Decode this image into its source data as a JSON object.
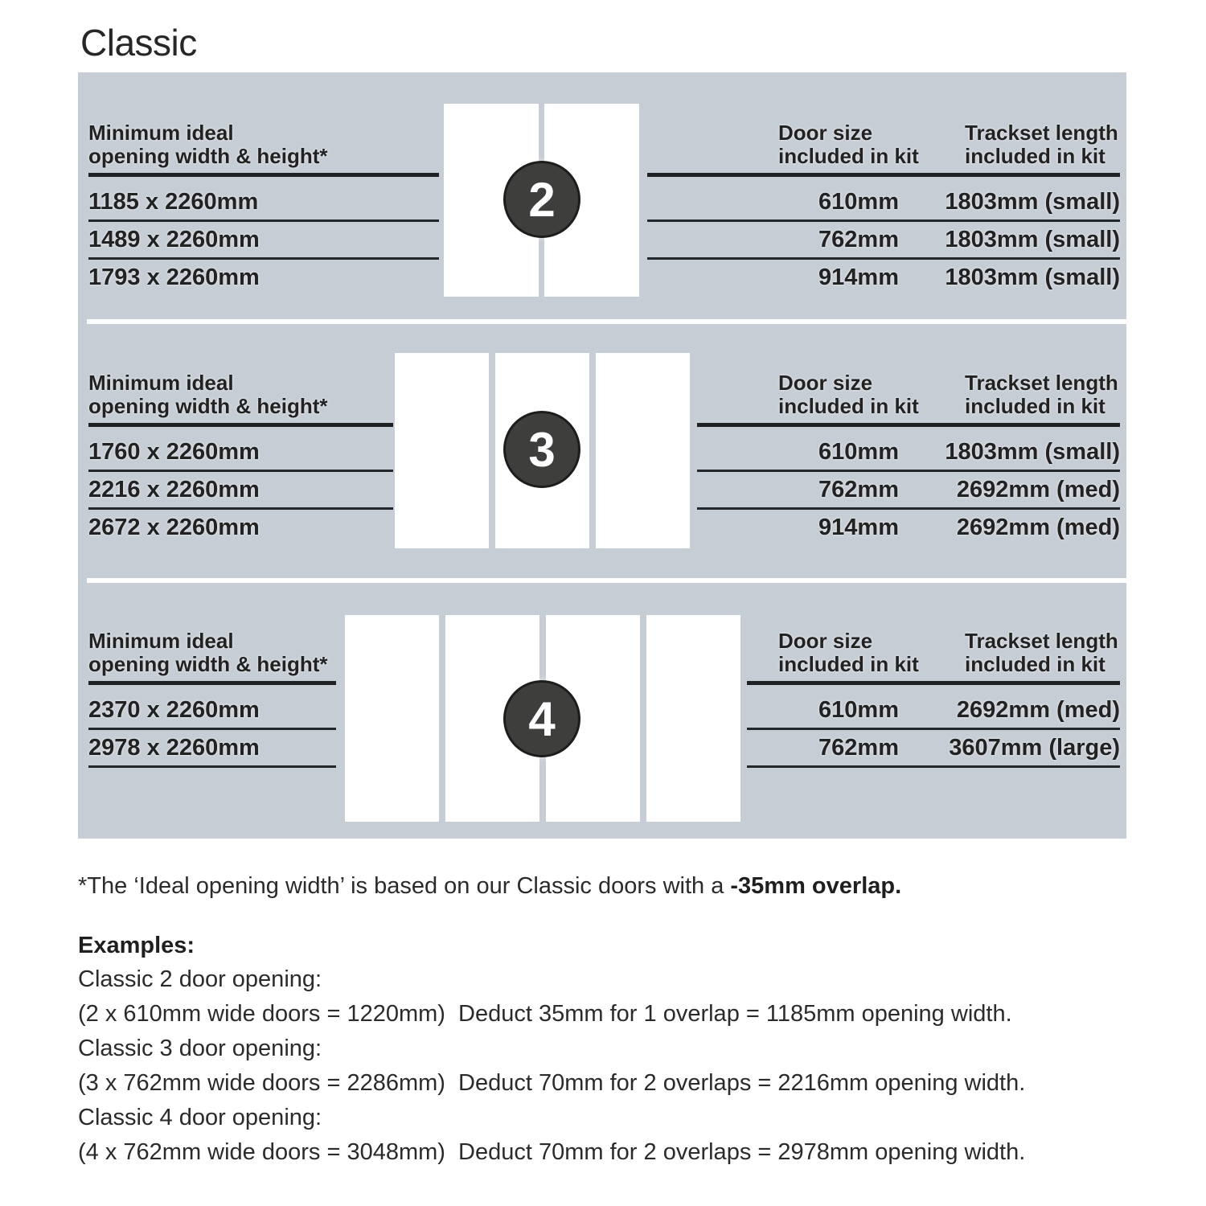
{
  "title": "Classic",
  "colors": {
    "panel_bg": "#c6cdd4",
    "text_dark": "#242424",
    "circle_fill": "#3e3e3c",
    "door_white": "#ffffff"
  },
  "panels": [
    {
      "badge": "2",
      "opening_header": [
        "Minimum ideal",
        "opening width & height*"
      ],
      "door_header": [
        "Door size",
        "included in kit"
      ],
      "track_header": [
        "Trackset length",
        "included in kit"
      ],
      "rows": [
        {
          "opening": "1185 x 2260mm",
          "door_size": "610mm",
          "trackset": "1803mm (small)"
        },
        {
          "opening": "1489 x 2260mm",
          "door_size": "762mm",
          "trackset": "1803mm (small)"
        },
        {
          "opening": "1793 x 2260mm",
          "door_size": "914mm",
          "trackset": "1803mm (small)"
        }
      ]
    },
    {
      "badge": "3",
      "opening_header": [
        "Minimum ideal",
        "opening width & height*"
      ],
      "door_header": [
        "Door size",
        "included in kit"
      ],
      "track_header": [
        "Trackset length",
        "included in kit"
      ],
      "rows": [
        {
          "opening": "1760 x 2260mm",
          "door_size": "610mm",
          "trackset": "1803mm (small)"
        },
        {
          "opening": "2216 x 2260mm",
          "door_size": "762mm",
          "trackset": "2692mm (med)"
        },
        {
          "opening": "2672 x 2260mm",
          "door_size": "914mm",
          "trackset": "2692mm (med)"
        }
      ]
    },
    {
      "badge": "4",
      "opening_header": [
        "Minimum ideal",
        "opening width & height*"
      ],
      "door_header": [
        "Door size",
        "included in kit"
      ],
      "track_header": [
        "Trackset length",
        "included in kit"
      ],
      "rows": [
        {
          "opening": "2370 x 2260mm",
          "door_size": "610mm",
          "trackset": "2692mm (med)"
        },
        {
          "opening": "2978 x 2260mm",
          "door_size": "762mm",
          "trackset": "3607mm (large)"
        }
      ]
    }
  ],
  "footnote": {
    "text": "*The ‘Ideal opening width’ is based on our Classic doors with a ",
    "bold": "-35mm overlap."
  },
  "examples": {
    "heading": "Examples:",
    "lines": [
      "Classic 2 door opening:",
      "(2 x 610mm wide doors = 1220mm)  Deduct 35mm for 1 overlap = 1185mm opening width.",
      "Classic 3 door opening:",
      "(3 x 762mm wide doors = 2286mm)  Deduct 70mm for 2 overlaps = 2216mm opening width.",
      "Classic 4 door opening:",
      "(4 x 762mm wide doors = 3048mm)  Deduct 70mm for 2 overlaps = 2978mm opening width."
    ]
  }
}
